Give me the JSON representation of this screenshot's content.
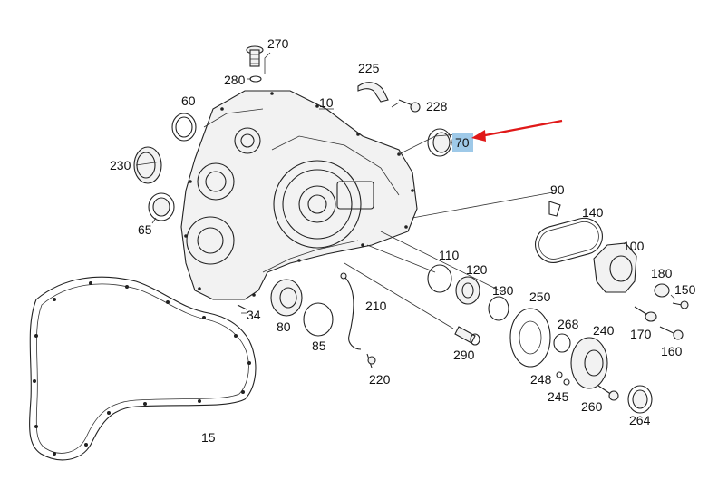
{
  "diagram": {
    "highlight_color": "#9ec9e8",
    "arrow_color": "#e01818",
    "highlighted_part": "70",
    "callouts": {
      "c270": "270",
      "c280": "280",
      "c225": "225",
      "c228": "228",
      "c60": "60",
      "c10": "10",
      "c70": "70",
      "c230": "230",
      "c65": "65",
      "c90": "90",
      "c140": "140",
      "c100": "100",
      "c110": "110",
      "c120": "120",
      "c130": "130",
      "c250": "250",
      "c180": "180",
      "c150": "150",
      "c210": "210",
      "c34": "34",
      "c80": "80",
      "c85": "85",
      "c268": "268",
      "c240": "240",
      "c170": "170",
      "c160": "160",
      "c290": "290",
      "c248": "248",
      "c220": "220",
      "c245": "245",
      "c260": "260",
      "c264": "264",
      "c15": "15"
    }
  }
}
